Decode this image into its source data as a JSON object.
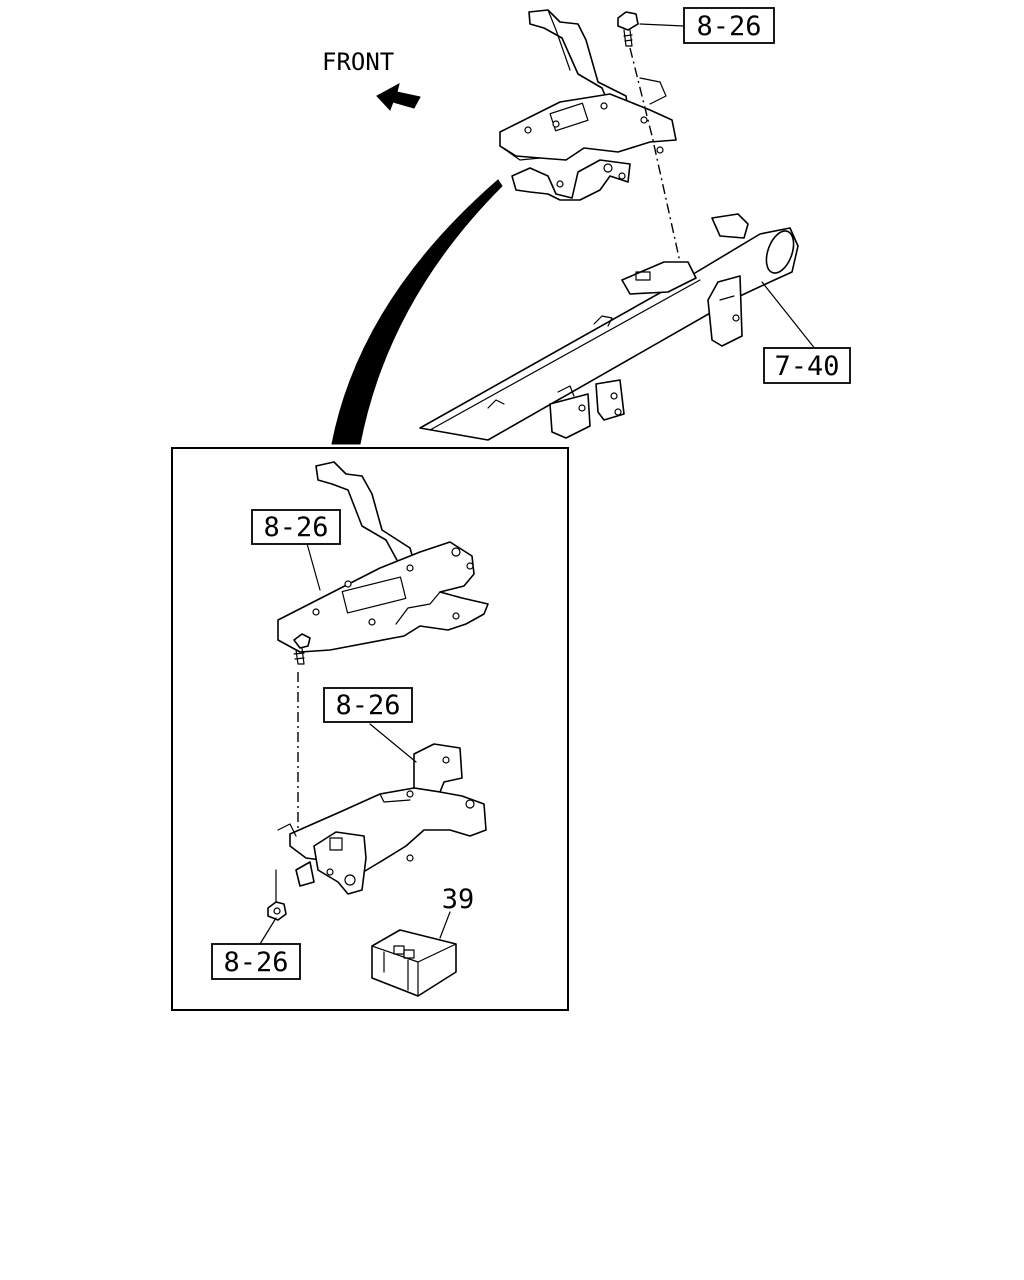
{
  "direction_label": "FRONT",
  "callouts": {
    "bolt_top": "8-26",
    "crossmember": "7-40",
    "upper_bracket": "8-26",
    "lower_bracket": "8-26",
    "nut": "8-26",
    "relay": "39"
  },
  "icons": {
    "direction": "arrow-icon"
  }
}
